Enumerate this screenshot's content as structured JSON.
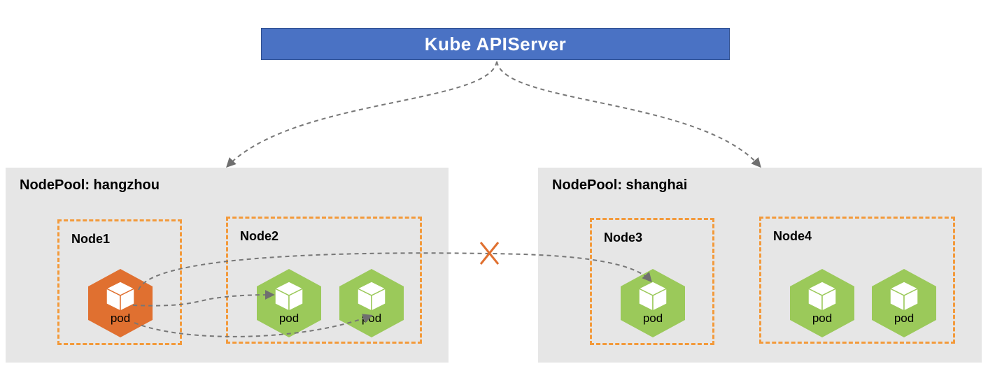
{
  "apiserver": {
    "label": "Kube APIServer",
    "color": "#4a72c4"
  },
  "nodepools": [
    {
      "title": "NodePool: hangzhou",
      "nodes": [
        {
          "title": "Node1",
          "pods": [
            {
              "label": "pod",
              "color": "#e07030"
            }
          ]
        },
        {
          "title": "Node2",
          "pods": [
            {
              "label": "pod",
              "color": "#9bc95a"
            },
            {
              "label": "pod",
              "color": "#9bc95a"
            }
          ]
        }
      ]
    },
    {
      "title": "NodePool: shanghai",
      "nodes": [
        {
          "title": "Node3",
          "pods": [
            {
              "label": "pod",
              "color": "#9bc95a"
            }
          ]
        },
        {
          "title": "Node4",
          "pods": [
            {
              "label": "pod",
              "color": "#9bc95a"
            },
            {
              "label": "pod",
              "color": "#9bc95a"
            }
          ]
        }
      ]
    }
  ],
  "colors": {
    "node_border": "#f39a3b",
    "pool_background": "#e6e6e6",
    "connector": "#7a7a7a",
    "blocked_marker": "#e07030"
  }
}
